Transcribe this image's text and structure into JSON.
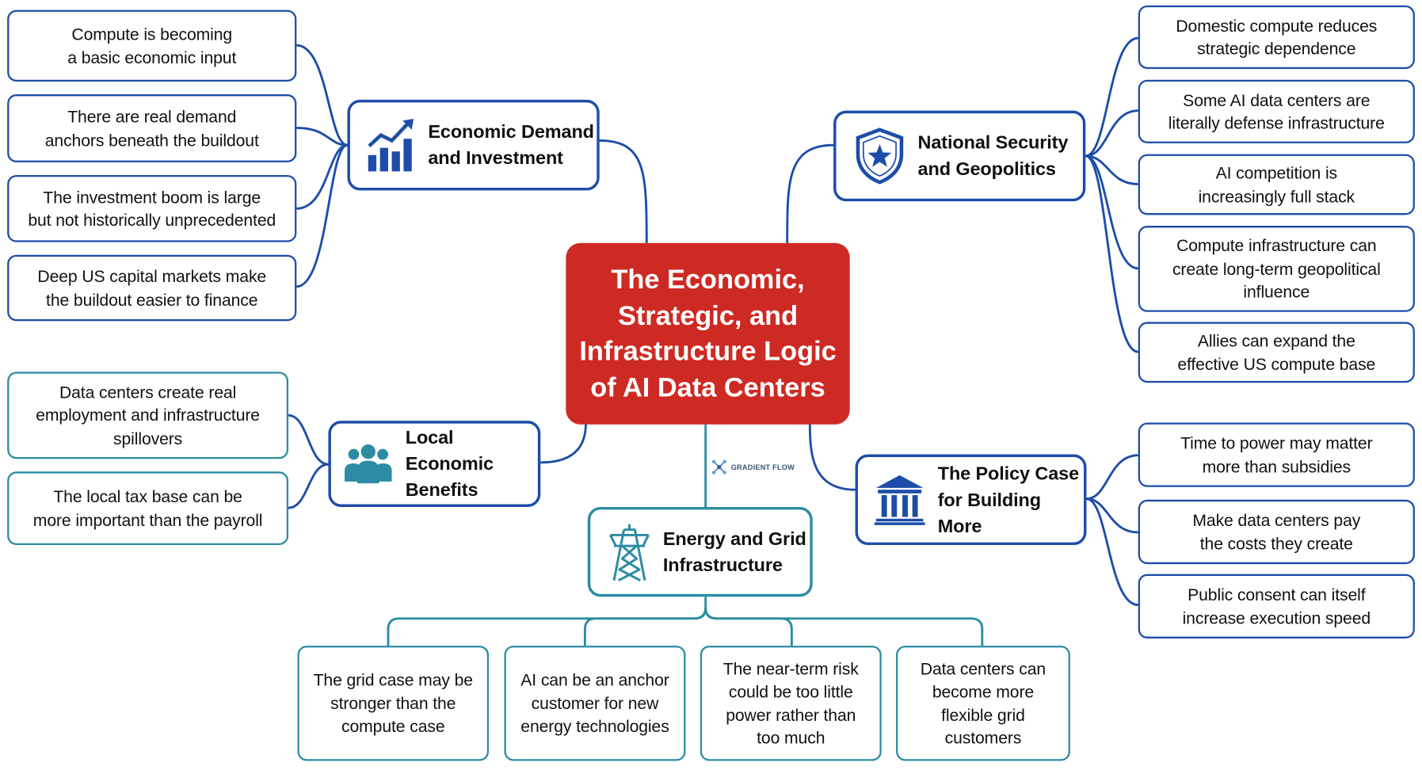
{
  "center": {
    "title": "The Economic,\nStrategic, and\nInfrastructure Logic\nof AI Data Centers"
  },
  "brand": {
    "label": "GRADIENT FLOW",
    "icon": "network-nodes-icon"
  },
  "colors": {
    "center_fill": "#cd2a23",
    "blue_branch": "#1d4da8",
    "teal_branch": "#2c8ca3"
  },
  "branches": {
    "economic": {
      "label": "Economic Demand\nand Investment",
      "icon": "rising-bar-chart-icon",
      "leaves": [
        "Compute is becoming\na basic economic input",
        "There are real demand\nanchors beneath the buildout",
        "The investment boom is large\nbut not historically unprecedented",
        "Deep US capital markets make\nthe buildout easier to finance"
      ]
    },
    "security": {
      "label": "National Security\nand Geopolitics",
      "icon": "star-shield-icon",
      "leaves": [
        "Domestic compute reduces\nstrategic dependence",
        "Some AI data centers are\nliterally defense infrastructure",
        "AI competition is\nincreasingly full stack",
        "Compute infrastructure can\ncreate long-term geopolitical\ninfluence",
        "Allies can expand the\neffective US compute base"
      ]
    },
    "local": {
      "label": "Local Economic\nBenefits",
      "icon": "people-group-icon",
      "leaves": [
        "Data centers create real\nemployment and infrastructure\nspillovers",
        "The local tax base can be\nmore important than the payroll"
      ]
    },
    "policy": {
      "label": "The Policy Case\nfor Building More",
      "icon": "government-building-icon",
      "leaves": [
        "Time to power may matter\nmore than subsidies",
        "Make data centers pay\nthe costs they create",
        "Public consent can itself\nincrease execution speed"
      ]
    },
    "energy": {
      "label": "Energy and Grid\nInfrastructure",
      "icon": "transmission-tower-icon",
      "leaves": [
        "The grid case may be\nstronger than the\ncompute case",
        "AI can be an anchor\ncustomer for new\nenergy technologies",
        "The near-term risk\ncould be too little\npower rather than\ntoo much",
        "Data centers can\nbecome more\nflexible grid\ncustomers"
      ]
    }
  }
}
